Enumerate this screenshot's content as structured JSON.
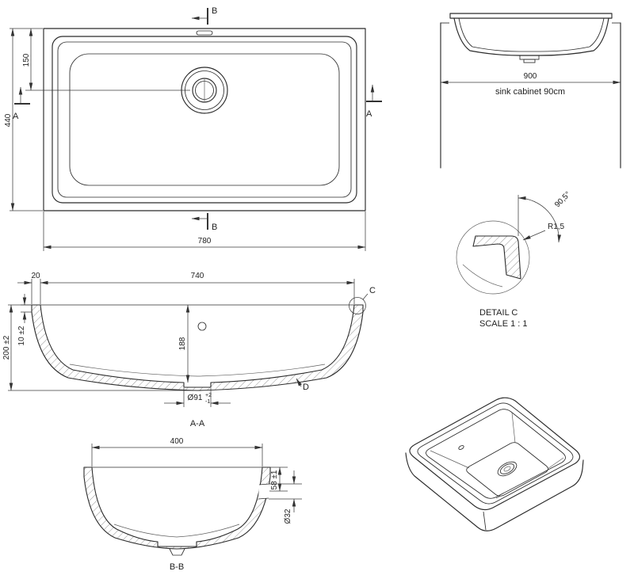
{
  "ink": "#222222",
  "plan": {
    "dim_width": "780",
    "dim_height": "440",
    "dim_drain_offset": "150",
    "marker_a": "A",
    "marker_b": "B"
  },
  "cabinet": {
    "dim_width": "900",
    "label": "sink cabinet 90cm"
  },
  "detail": {
    "angle": "90,5°",
    "radius": "R1,5",
    "title": "DETAIL C",
    "scale": "SCALE 1 : 1"
  },
  "section_aa": {
    "dim_rim": "20",
    "dim_bowl_width": "740",
    "dim_rim_thickness": "10 ±2",
    "dim_height": "200 ±2",
    "dim_depth": "188",
    "dim_drain": "Ø91",
    "dim_drain_tol_plus": "+2",
    "dim_drain_tol_minus": "-1",
    "label_c": "C",
    "label_d": "D",
    "caption": "A-A"
  },
  "section_bb": {
    "dim_bowl_width": "400",
    "dim_overflow_depth": "58 ±1",
    "dim_overflow_dia": "Ø32",
    "caption": "B-B"
  }
}
